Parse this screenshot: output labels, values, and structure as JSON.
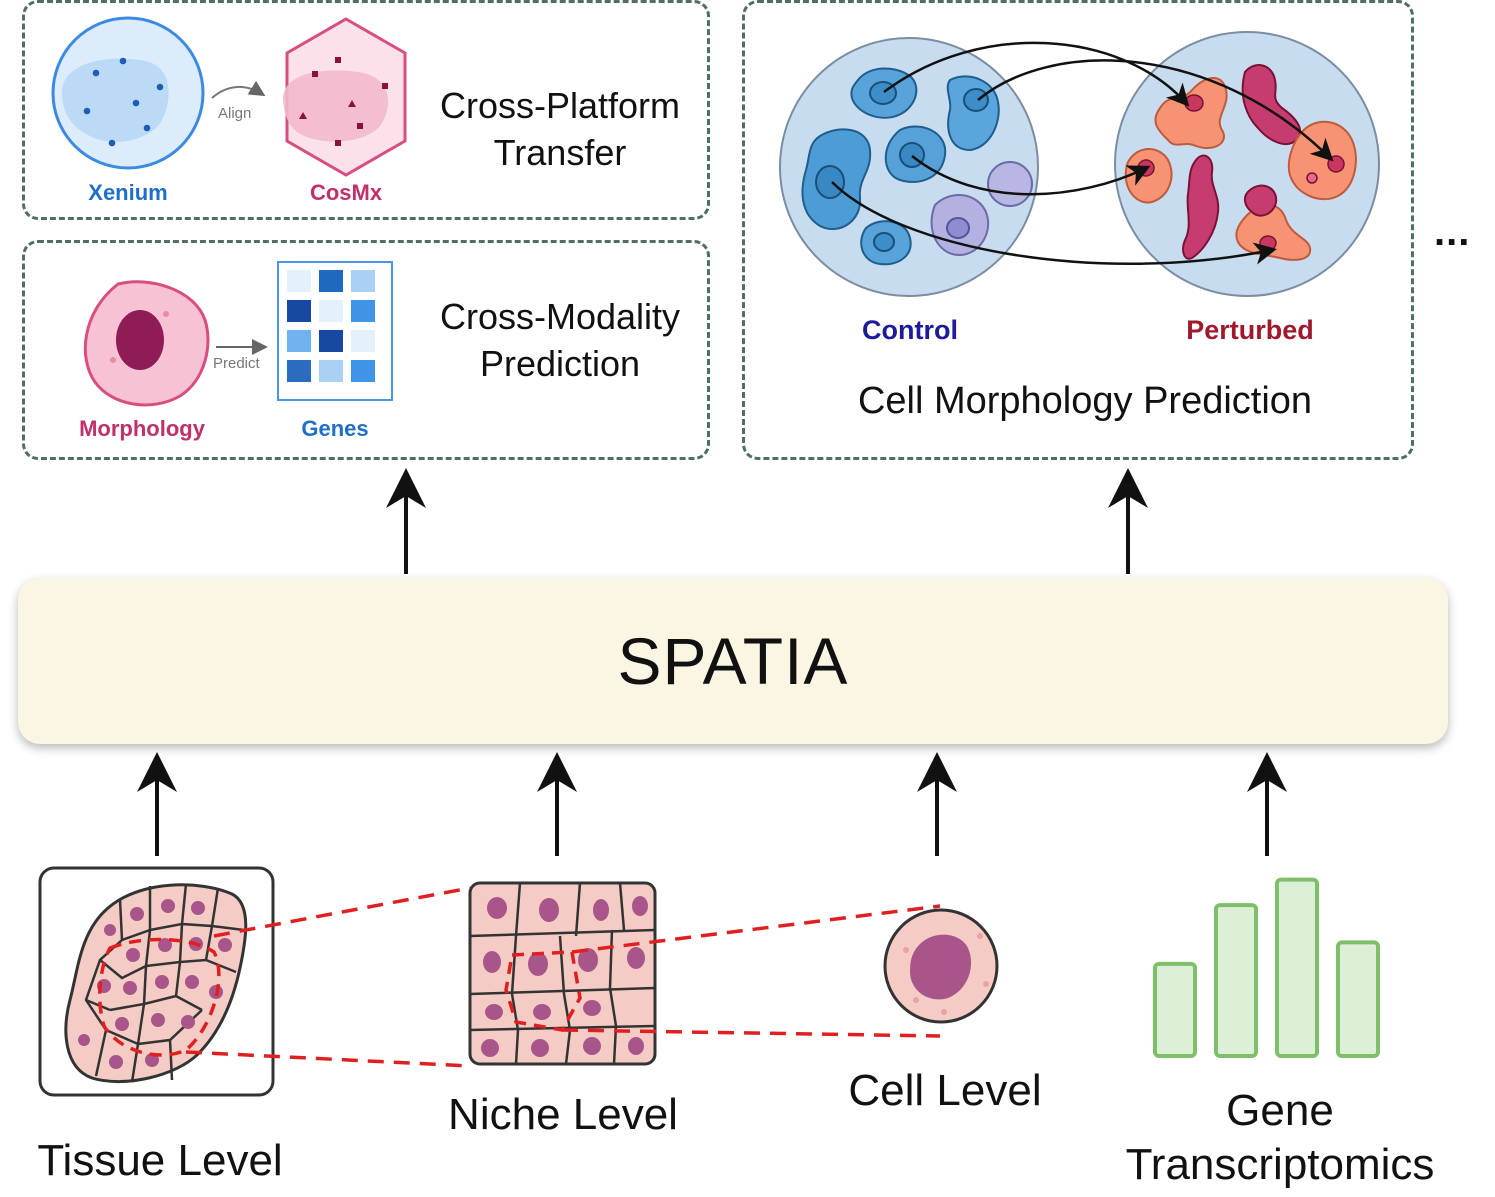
{
  "top_left": {
    "cross_platform": {
      "title": "Cross-Platform\nTransfer",
      "source_label": "Xenium",
      "action_label": "Align",
      "target_label": "CosMx"
    },
    "cross_modality": {
      "title": "Cross-Modality\nPrediction",
      "source_label": "Morphology",
      "action_label": "Predict",
      "target_label": "Genes"
    }
  },
  "top_right": {
    "title": "Cell Morphology Prediction",
    "control_label": "Control",
    "perturbed_label": "Perturbed",
    "ellipsis": "..."
  },
  "center": {
    "title": "SPATIA"
  },
  "inputs": {
    "tissue_label": "Tissue Level",
    "niche_label": "Niche Level",
    "cell_label": "Cell Level",
    "gene_label": "Gene\nTranscriptomics"
  },
  "colors": {
    "xenium_blue": "#1e6fc9",
    "cosmx_pink": "#c0306a",
    "control_navy": "#1d1a9c",
    "perturbed_red": "#a0182b",
    "zoom_dash_red": "#e02020",
    "gene_bar_green": "#7fbf6a",
    "spatia_bg": "#fbf6e4"
  },
  "gene_bars": [
    0.47,
    0.77,
    0.9,
    0.58
  ]
}
